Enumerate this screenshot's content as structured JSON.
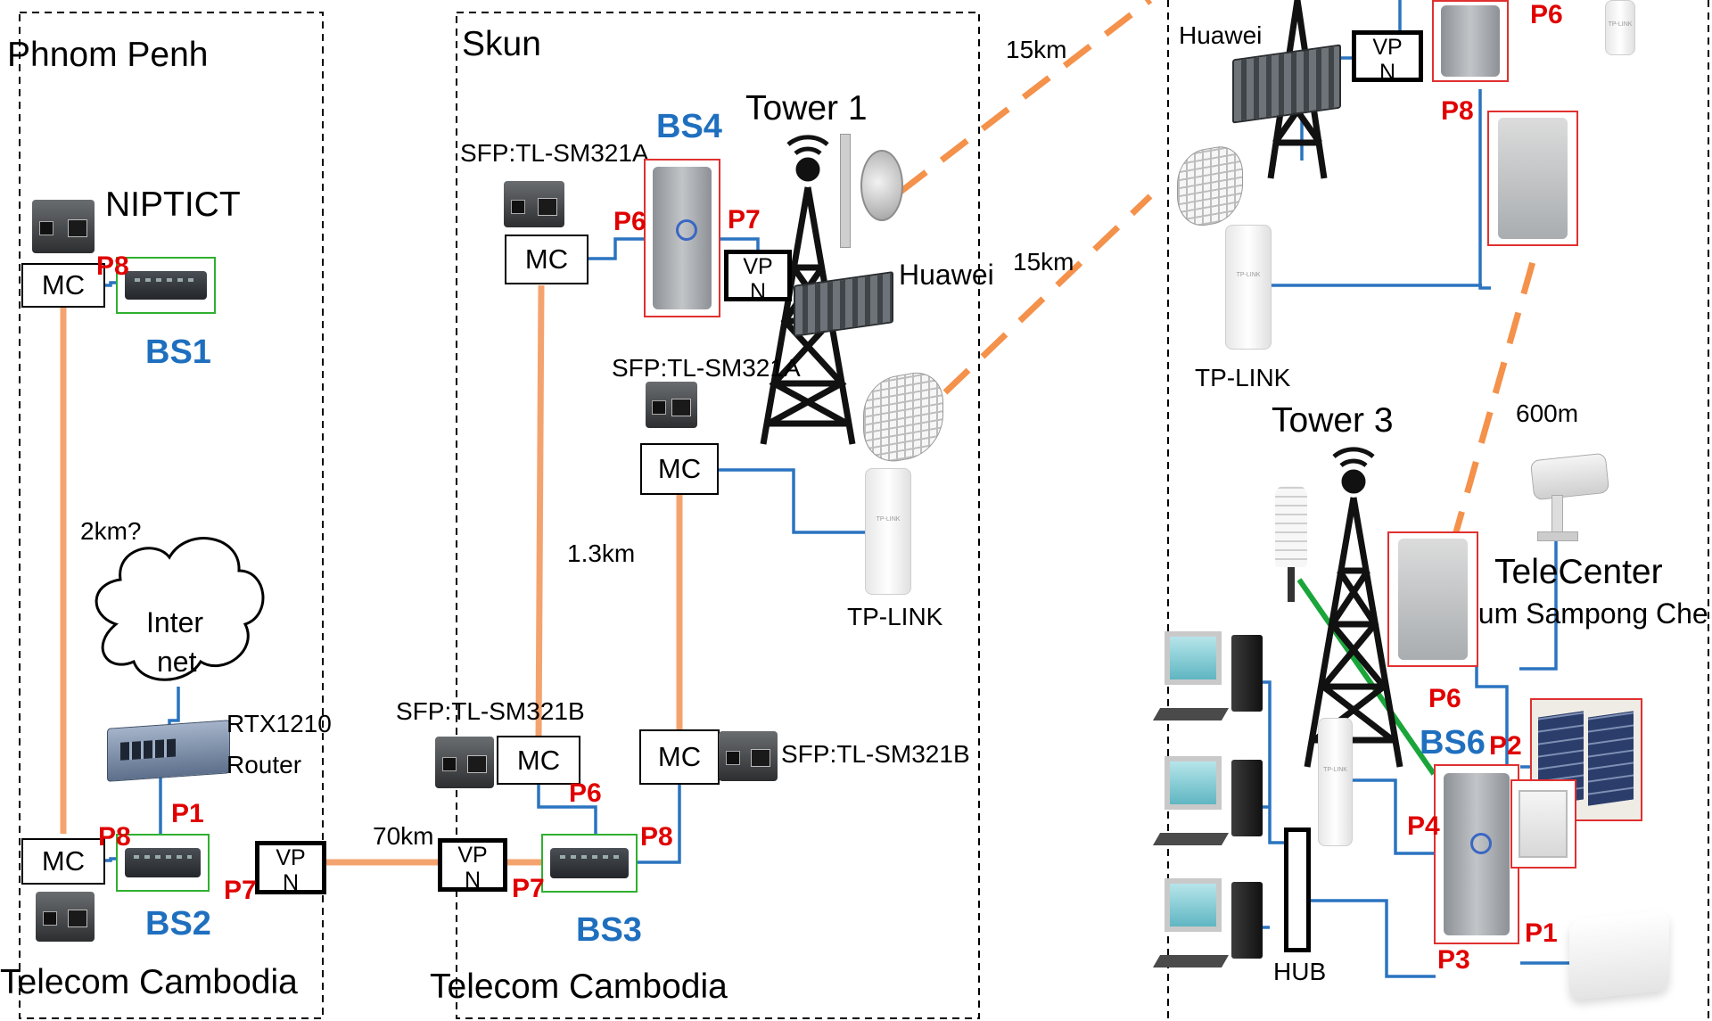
{
  "regions": {
    "phnom_penh": "Phnom Penh",
    "skun": "Skun"
  },
  "sites": {
    "telecom_left": "Telecom Cambodia",
    "telecom_mid": "Telecom Cambodia",
    "niptict": "NIPTICT",
    "telecenter": "TeleCenter",
    "telecenter_sub": "hum Sampong Che"
  },
  "towers": {
    "tower1": "Tower 1",
    "tower3": "Tower 3"
  },
  "base_stations": {
    "bs1": "BS1",
    "bs2": "BS2",
    "bs3": "BS3",
    "bs4": "BS4",
    "bs6": "BS6"
  },
  "devices": {
    "mc": "MC",
    "vpn_line1": "VP",
    "vpn_line2": "N",
    "internet_line1": "Inter",
    "internet_line2": "net",
    "router_line1": "RTX1210",
    "router_line2": "Router",
    "sfp_a_top": "SFP:TL-SM321A",
    "sfp_a_mid": "SFP:TL-SM321A",
    "sfp_b_left": "SFP:TL-SM321B",
    "sfp_b_right": "SFP:TL-SM321B",
    "huawei_mid": "Huawei",
    "huawei_right": "Huawei",
    "tplink_mid": "TP-LINK",
    "tplink_right": "TP-LINK",
    "hub": "HUB"
  },
  "ports": {
    "p1": "P1",
    "p2": "P2",
    "p3": "P3",
    "p4": "P4",
    "p6": "P6",
    "p7": "P7",
    "p8": "P8"
  },
  "distances": {
    "d_2km": "2km?",
    "d_70km": "70km",
    "d_1_3km": "1.3km",
    "d_15km_top": "15km",
    "d_15km_mid": "15km",
    "d_600m": "600m"
  },
  "colors": {
    "fiber": "#f4a36f",
    "wireless_link": "#f4914b",
    "ethernet": "#2a74c0",
    "sensor_link": "#1aa53a",
    "port_label": "#e00000",
    "bs_label": "#1f6fbf",
    "router_frame": "#2fb02f",
    "ap_frame": "#e03030"
  }
}
